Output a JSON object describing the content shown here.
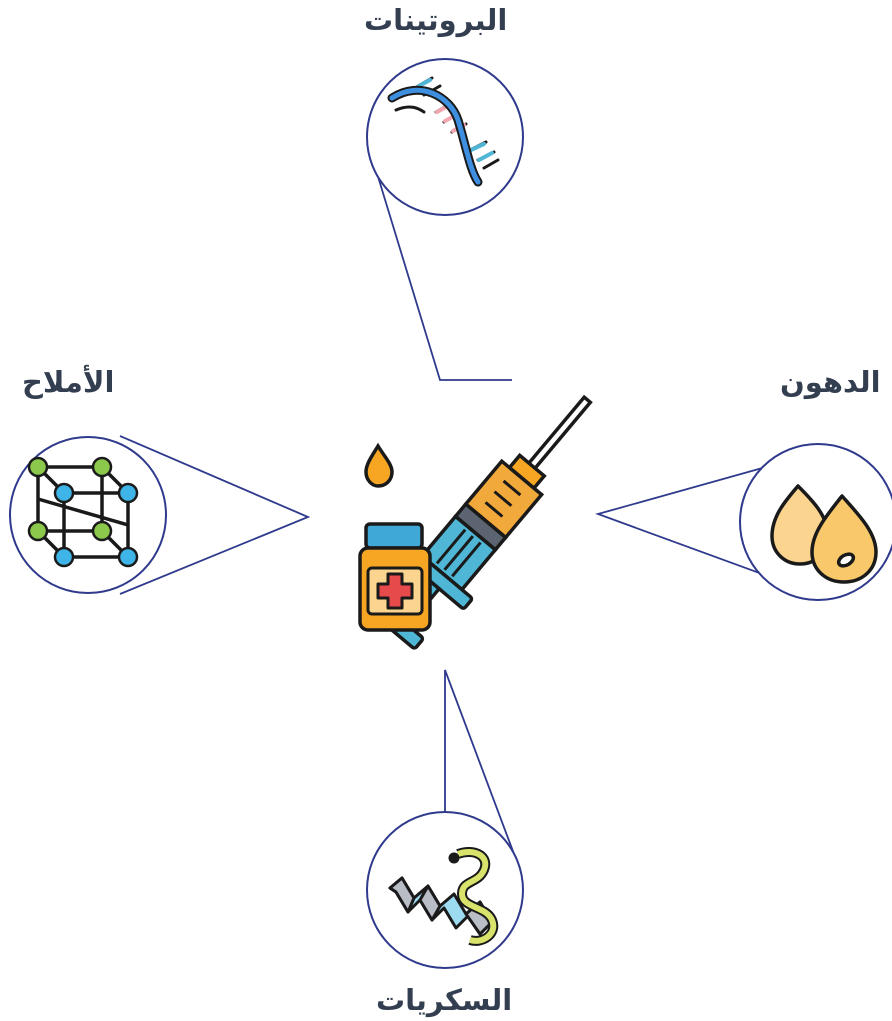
{
  "labels": {
    "proteins": "البروتينات",
    "salts": "الأملاح",
    "fats": "الدهون",
    "sugars": "السكريات"
  },
  "icons": {
    "center": "syringe-and-medicine-bottle-icon",
    "proteins": "dna-strand-icon",
    "salts": "molecular-lattice-icon",
    "fats": "oil-drops-icon",
    "sugars": "double-helix-icon"
  },
  "colors": {
    "label_text": "#333e50",
    "connector_line": "#2f3a8c",
    "outline": "#1a1a1a",
    "syringe_barrel": "#f2a93b",
    "syringe_liquid": "#4fb6d6",
    "bottle_body": "#f6a623",
    "cross_red": "#e64a4a",
    "drop_yellow": "#f8c86a",
    "lattice_green": "#8cc84b",
    "lattice_blue": "#3fb4e6",
    "helix_blue": "#9ddbf0",
    "helix_yellow": "#d9e36c",
    "dna_pink": "#f2a7b0"
  }
}
